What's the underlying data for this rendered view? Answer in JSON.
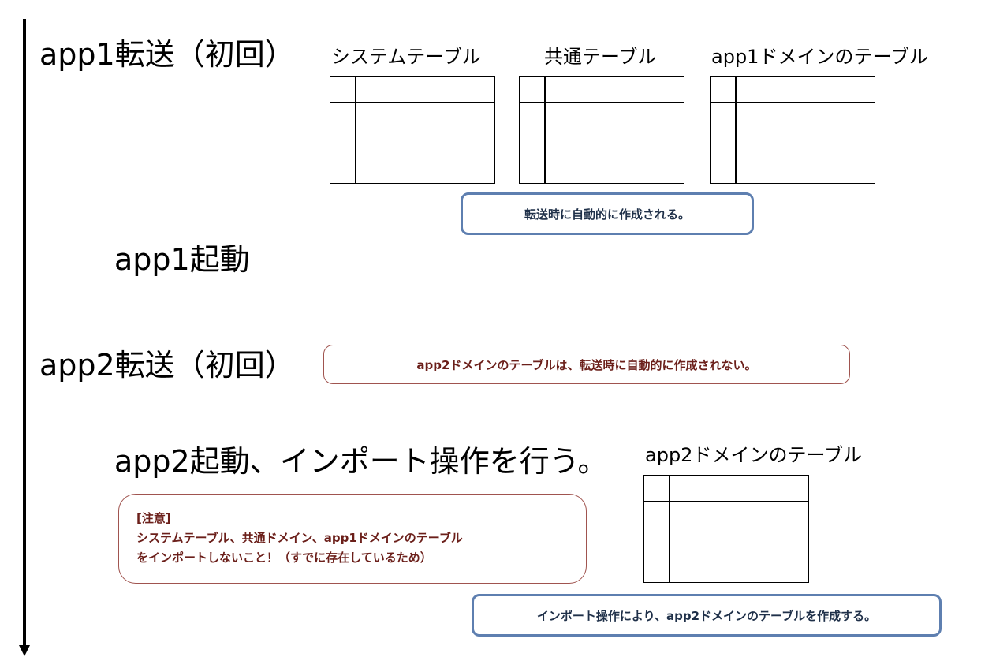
{
  "steps": {
    "app1_transfer": "app1転送（初回）",
    "app1_start": "app1起動",
    "app2_transfer": "app2転送（初回）",
    "app2_start": "app2起動、インポート操作を行う。"
  },
  "tables": {
    "system": "システムテーブル",
    "common": "共通テーブル",
    "app1_domain": "app1ドメインのテーブル",
    "app2_domain": "app2ドメインのテーブル"
  },
  "notes": {
    "auto_created": "転送時に自動的に作成される。",
    "app2_not_created": "app2ドメインのテーブルは、転送時に自動的に作成されない。",
    "warning_title": "[注意]",
    "warning_line1": "システムテーブル、共通ドメイン、app1ドメインのテーブル",
    "warning_line2": "をインポートしないこと！（すでに存在しているため）",
    "import_creates": "インポート操作により、app2ドメインのテーブルを作成する。"
  },
  "colors": {
    "blue_border": "#5e7fb0",
    "red_border": "#a0544f",
    "red_text": "#6b1f1a"
  }
}
